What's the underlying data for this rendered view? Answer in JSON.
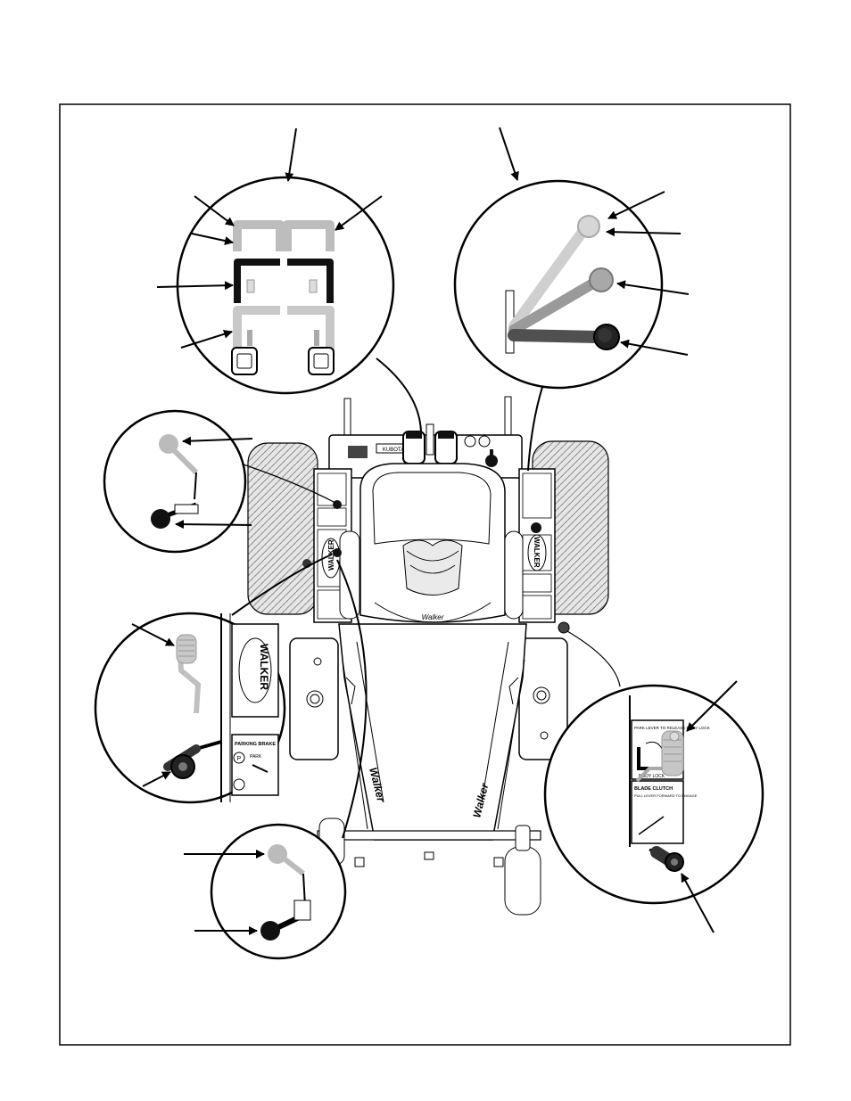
{
  "labels": {
    "mower_brand": "Walker",
    "seat_brand": "Walker",
    "left_decal_brand": "WALKER",
    "right_decal_brand": "WALKER",
    "zoom_decal_brand": "WALKER",
    "parking_brake": "PARKING BRAKE",
    "park": "PARK",
    "park_symbol": "P",
    "release_body_lock": "PARK LEVER TO RELEASE BODY LOCK",
    "body_lock": "BODY LOCK",
    "blade_clutch": "BLADE CLUTCH",
    "pull_lever": "PULL LEVER FORWARD TO ENGAGE",
    "engine_brand": "KUBOTA"
  },
  "colors": {
    "line": "#000000",
    "light_gray": "#b8b8b8",
    "mid_gray": "#8a8a8a",
    "dark_gray": "#555555",
    "tire": "#d6d6d6"
  }
}
